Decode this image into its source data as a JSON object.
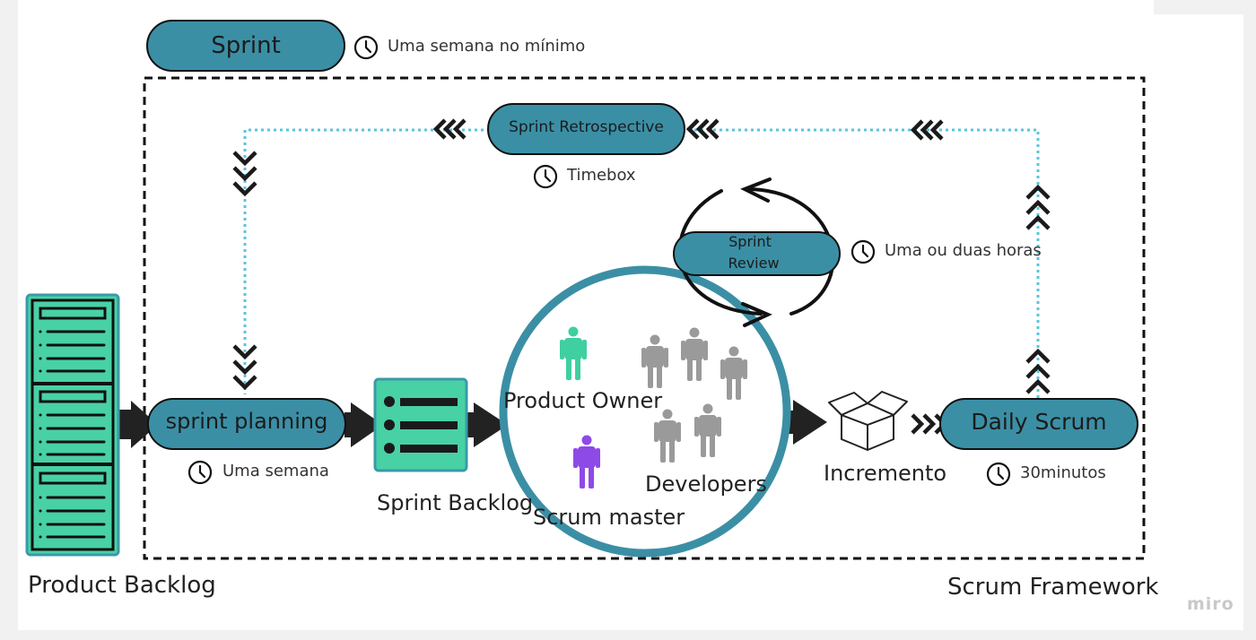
{
  "sprint": {
    "label": "Sprint",
    "duration": "Uma semana no mínimo"
  },
  "retrospective": {
    "label": "Sprint Retrospective",
    "duration": "Timebox"
  },
  "review": {
    "label_line1": "Sprint",
    "label_line2": "Review",
    "duration": "Uma ou duas horas"
  },
  "planning": {
    "label": "sprint planning",
    "duration": "Uma semana"
  },
  "sprint_backlog": {
    "label": "Sprint Backlog"
  },
  "product_backlog": {
    "label": "Product Backlog"
  },
  "scrum_team": {
    "product_owner": "Product Owner",
    "scrum_master": "Scrum master",
    "developers": "Developers"
  },
  "increment": {
    "label": "Incremento"
  },
  "daily_scrum": {
    "label": "Daily Scrum",
    "duration": "30minutos"
  },
  "framework": {
    "label": "Scrum Framework"
  },
  "watermark": "miro",
  "colors": {
    "pill": "#3b8fa5",
    "backlog": "#48d1a5",
    "team_circle": "#3b8fa5",
    "product_owner": "#3fcfa0",
    "scrum_master": "#8e4ae6",
    "developers": "#9a9a9a",
    "dotted_line": "#5bc3df"
  },
  "icons": [
    "clock-icon",
    "server-rack-icon",
    "list-icon",
    "person-icon",
    "open-box-icon",
    "cycle-arrow-icon",
    "chevron-icon",
    "arrow-right-icon"
  ]
}
